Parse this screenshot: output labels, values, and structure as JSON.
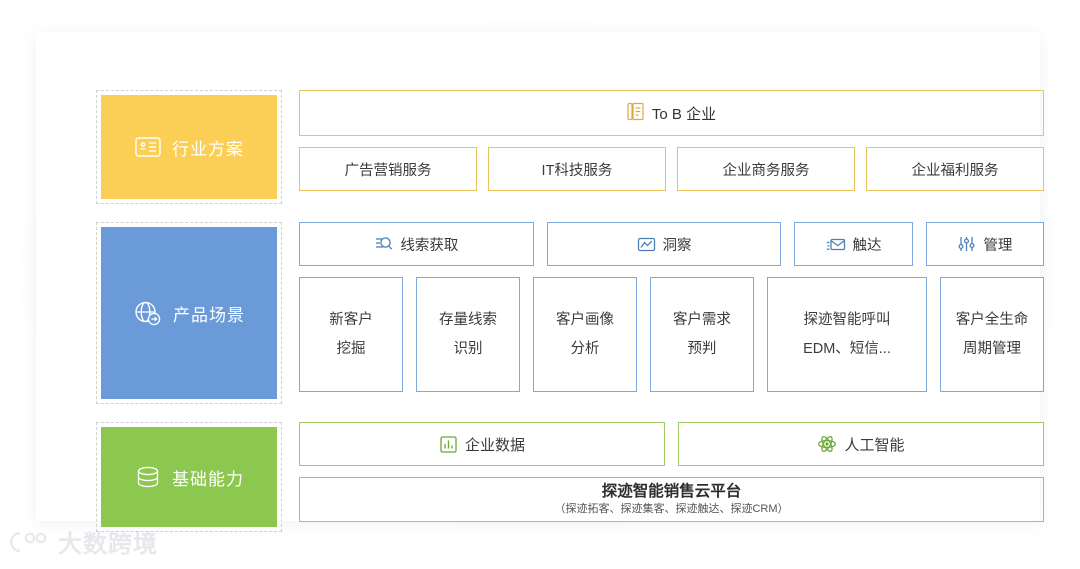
{
  "diagram": {
    "title_rows": [
      {
        "id": "industry",
        "label": "行业方案",
        "icon": "id-card-icon",
        "color": "#FBCF56",
        "header": {
          "label": "To B 企业",
          "icon": "document-icon"
        },
        "items": [
          {
            "label": "广告营销服务"
          },
          {
            "label": "IT科技服务"
          },
          {
            "label": "企业商务服务"
          },
          {
            "label": "企业福利服务"
          }
        ]
      },
      {
        "id": "product",
        "label": "产品场景",
        "icon": "globe-arrow-icon",
        "color": "#6A9BD8",
        "tabs": [
          {
            "label": "线索获取",
            "icon": "search-icon",
            "span": 2
          },
          {
            "label": "洞察",
            "icon": "chart-line-icon",
            "span": 2
          },
          {
            "label": "触达",
            "icon": "envelope-icon",
            "span": 1
          },
          {
            "label": "管理",
            "icon": "sliders-icon",
            "span": 1
          }
        ],
        "cards": [
          {
            "line1": "新客户",
            "line2": "挖掘"
          },
          {
            "line1": "存量线索",
            "line2": "识别"
          },
          {
            "line1": "客户画像",
            "line2": "分析"
          },
          {
            "line1": "客户需求",
            "line2": "预判"
          },
          {
            "line1": "探迹智能呼叫",
            "line2": "EDM、短信..."
          },
          {
            "line1": "客户全生命",
            "line2": "周期管理"
          }
        ]
      },
      {
        "id": "base",
        "label": "基础能力",
        "icon": "database-icon",
        "color": "#8CC750",
        "capabilities": [
          {
            "label": "企业数据",
            "icon": "bar-chart-icon"
          },
          {
            "label": "人工智能",
            "icon": "atom-icon"
          }
        ],
        "platform": {
          "title": "探迹智能销售云平台",
          "subtitle": "（探迹拓客、探迹集客、探迹触达、探迹CRM）"
        }
      }
    ]
  },
  "watermark": {
    "text": "大数跨境",
    "icon": "logo-icon"
  }
}
